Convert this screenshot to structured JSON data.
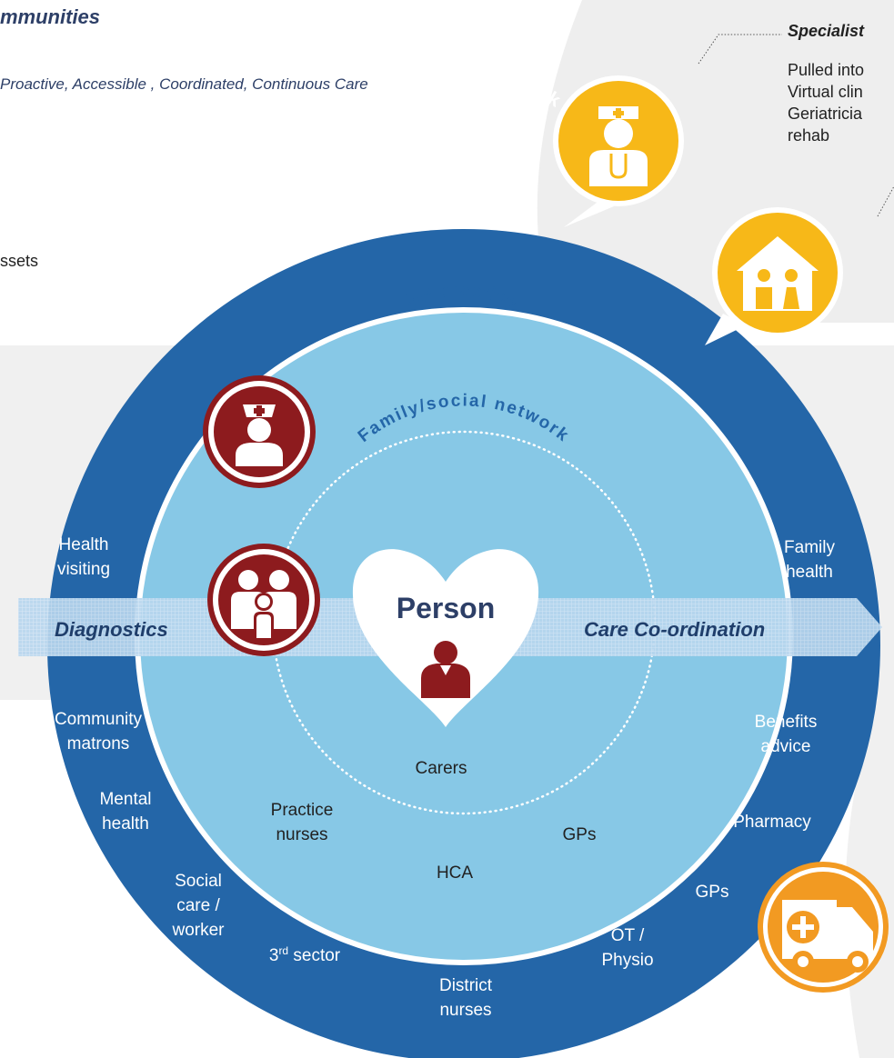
{
  "header": {
    "title_partial": "mmunities",
    "subtitle_partial": "Proactive, Accessible , Coordinated, Continuous Care",
    "assets_partial": "ssets"
  },
  "specialist_panel": {
    "title_partial": "Specialist",
    "lines": [
      "Pulled into",
      "Virtual clin",
      "Geriatricia",
      "rehab"
    ]
  },
  "rings": {
    "outer_title": "Local Care Network",
    "middle_title": "GP practice",
    "inner_title": "Family/social network"
  },
  "center": {
    "title": "Person"
  },
  "band": {
    "left": "Diagnostics",
    "right": "Care Co-ordination"
  },
  "outer_labels": {
    "health_visiting": [
      "Health",
      "visiting"
    ],
    "community_matrons": [
      "Community",
      "matrons"
    ],
    "mental_health": [
      "Mental",
      "health"
    ],
    "social_care": [
      "Social",
      "care /",
      "worker"
    ],
    "third_sector_main": "3",
    "third_sector_sup": "rd",
    "third_sector_rest": " sector",
    "district_nurses": [
      "District",
      "nurses"
    ],
    "ot_physio": [
      "OT /",
      "Physio"
    ],
    "gps_outer": "GPs",
    "pharmacy": "Pharmacy",
    "benefits_advice": [
      "Benefits",
      "advice"
    ],
    "family_health": [
      "Family",
      "health"
    ]
  },
  "middle_labels": {
    "practice_nurses": [
      "Practice",
      "nurses"
    ],
    "hca": "HCA",
    "gps_middle": "GPs"
  },
  "inner_labels": {
    "carers": "Carers"
  },
  "colors": {
    "dark_blue": "#2466a8",
    "light_blue": "#87c8e6",
    "maroon": "#8d1b1e",
    "gold": "#f7b818",
    "orange": "#f29a22",
    "grey_panel": "#f0f0f0",
    "header_text": "#2d3f67"
  },
  "icons": [
    "nurse-icon",
    "family-icon",
    "person-icon",
    "doctor-icon",
    "home-icon",
    "ambulance-icon"
  ]
}
